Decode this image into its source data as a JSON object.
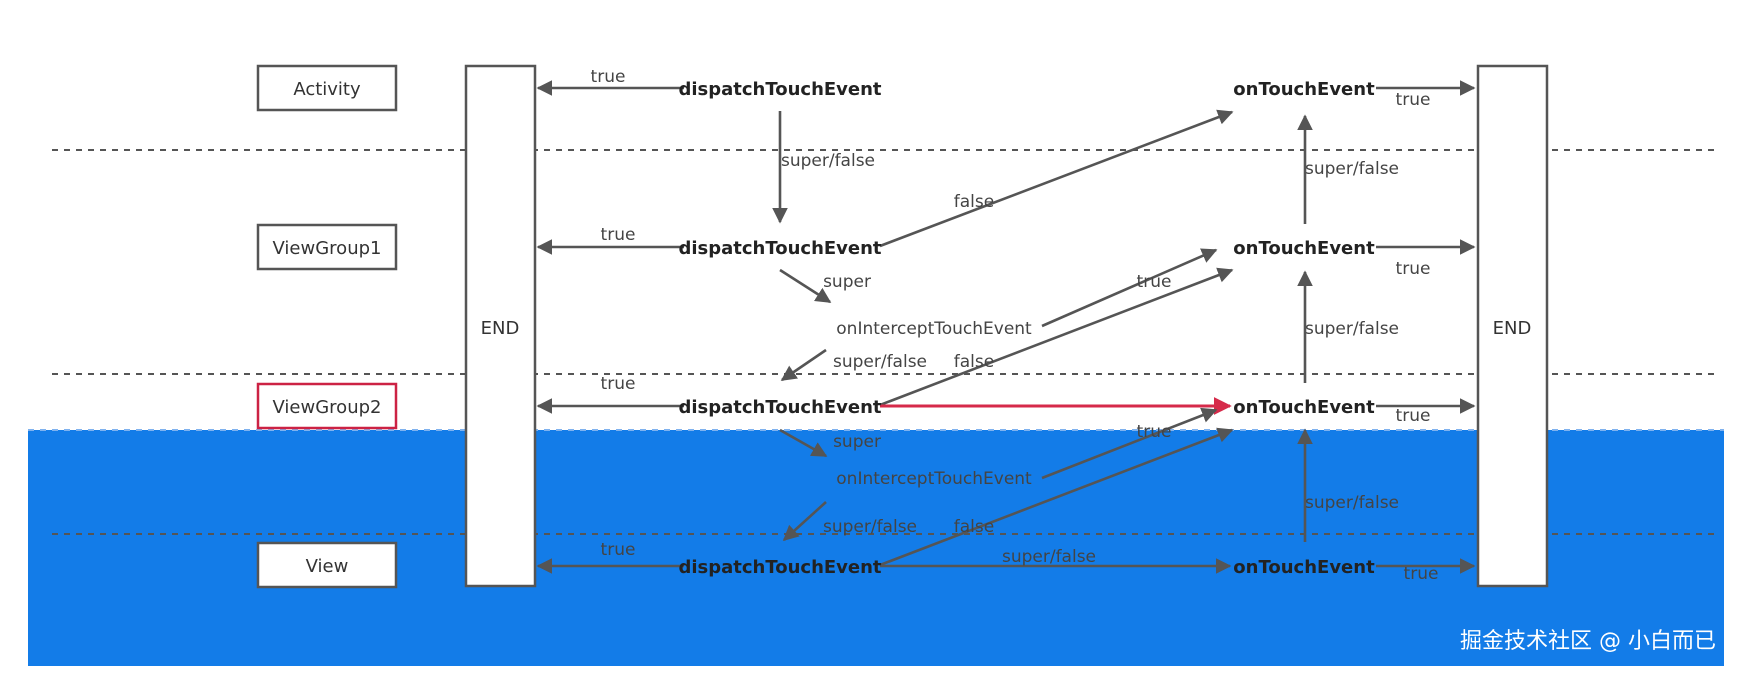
{
  "layers": [
    {
      "id": "activity",
      "label": "Activity"
    },
    {
      "id": "viewgroup1",
      "label": "ViewGroup1"
    },
    {
      "id": "viewgroup2",
      "label": "ViewGroup2"
    },
    {
      "id": "view",
      "label": "View"
    }
  ],
  "end_left": "END",
  "end_right": "END",
  "events": {
    "dispatch": "dispatchTouchEvent",
    "intercept": "onInterceptTouchEvent",
    "touch": "onTouchEvent"
  },
  "labels": {
    "true": "true",
    "false": "false",
    "super": "super",
    "super_false": "super/false"
  },
  "colors": {
    "highlight_fill": "#137ce8",
    "highlight_border": "#cc2244",
    "arrow": "#555555",
    "highlight_arrow": "#d62a4a"
  },
  "watermark": "掘金技术社区 @ 小白而已"
}
